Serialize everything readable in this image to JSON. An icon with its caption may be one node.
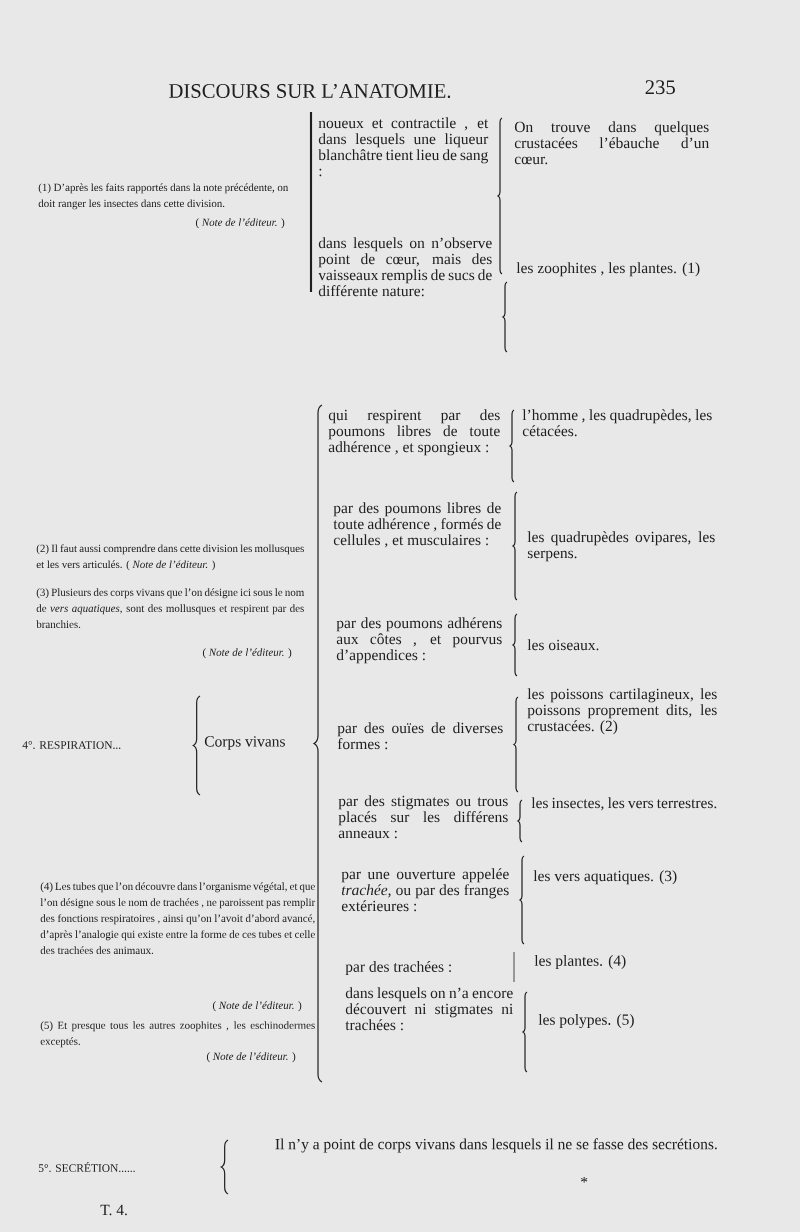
{
  "diagram": {
    "title": "DISCOURS SUR L’ANATOMIE.",
    "labels": [
      "235",
      "(1) D’après les faits rapportés dans la note précédente, on doit ranger les insectes dans cette division.",
      "( *Note de l’éditeur.* )",
      "noueux et contractile , et dans lesquels une liqueur blanchâtre tient lieu de sang :",
      "On trouve dans quelques crustacées l’ébauche d’un cœur.",
      "dans lesquels on n’observe point de cœur, mais des vaisseaux remplis de sucs de différente nature:",
      "les zoophites , les plantes. (1)",
      "qui respirent par des poumons libres de toute adhérence , et spongieux :",
      "l’homme , les quadrupèdes, les cétacées.",
      "par des poumons libres de toute adhérence , formés de cellules , et musculaires :",
      "les quadrupèdes ovipares, les serpens.",
      "(2) Il faut aussi comprendre dans cette division les mollusques et les vers articulés. ( *Note de l’éditeur.* )",
      "(3) Plusieurs des corps vivans que l’on désigne ici sous le nom de *vers aquatiques*, sont des mollusques et respirent par des branchies.",
      "( *Note de l’éditeur.* )",
      "par des poumons adhérens aux côtes , et pourvus d’appendices :",
      "les oiseaux.",
      "4°. RESPIRATION...",
      "Corps vivans",
      "par des ouïes de diverses formes :",
      "les poissons cartilagineux, les poissons proprement dits, les crustacées. (2)",
      "par des stigmates ou trous placés sur les différens anneaux :",
      "les insectes, les vers terrestres.",
      "(4) Les tubes que l’on découvre dans l’organisme végétal, et que l’on désigne sous le nom de trachées , ne paroissent pas remplir des fonctions respiratoires , ainsi qu’on l’avoit d’abord avancé, d’après l’analogie qui existe entre la forme de ces tubes et celle des trachées des animaux.",
      "( *Note de l’éditeur.* )",
      "par une ouverture appelée *trachée*, ou par des franges extérieures :",
      "les vers aquatiques. (3)",
      "(5) Et presque tous les autres zoophites , les eschinodermes exceptés.",
      "( *Note de l’éditeur.* )",
      "par des trachées :",
      "les plantes. (4)",
      "dans lesquels on n’a encore découvert ni stigmates ni trachées :",
      "les polypes. (5)",
      "5°. SECRÉTION......",
      "Il n’y a point de corps vivans dans lesquels il ne se fasse des secrétions.",
      "*",
      "T. 4."
    ]
  }
}
